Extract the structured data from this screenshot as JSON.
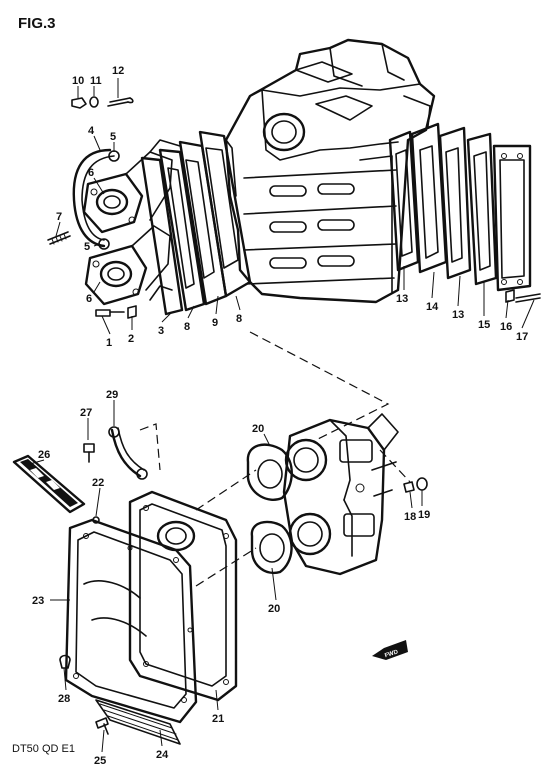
{
  "figure": {
    "title": "FIG.3",
    "footer": "DT50 QD E1",
    "fwd_label": "FWD"
  },
  "callouts": [
    "1",
    "2",
    "3",
    "4",
    "5",
    "5",
    "6",
    "6",
    "7",
    "8",
    "8",
    "9",
    "10",
    "11",
    "12",
    "13",
    "13",
    "14",
    "15",
    "16",
    "17",
    "18",
    "19",
    "20",
    "20",
    "21",
    "22",
    "23",
    "24",
    "25",
    "26",
    "27",
    "28",
    "29"
  ]
}
